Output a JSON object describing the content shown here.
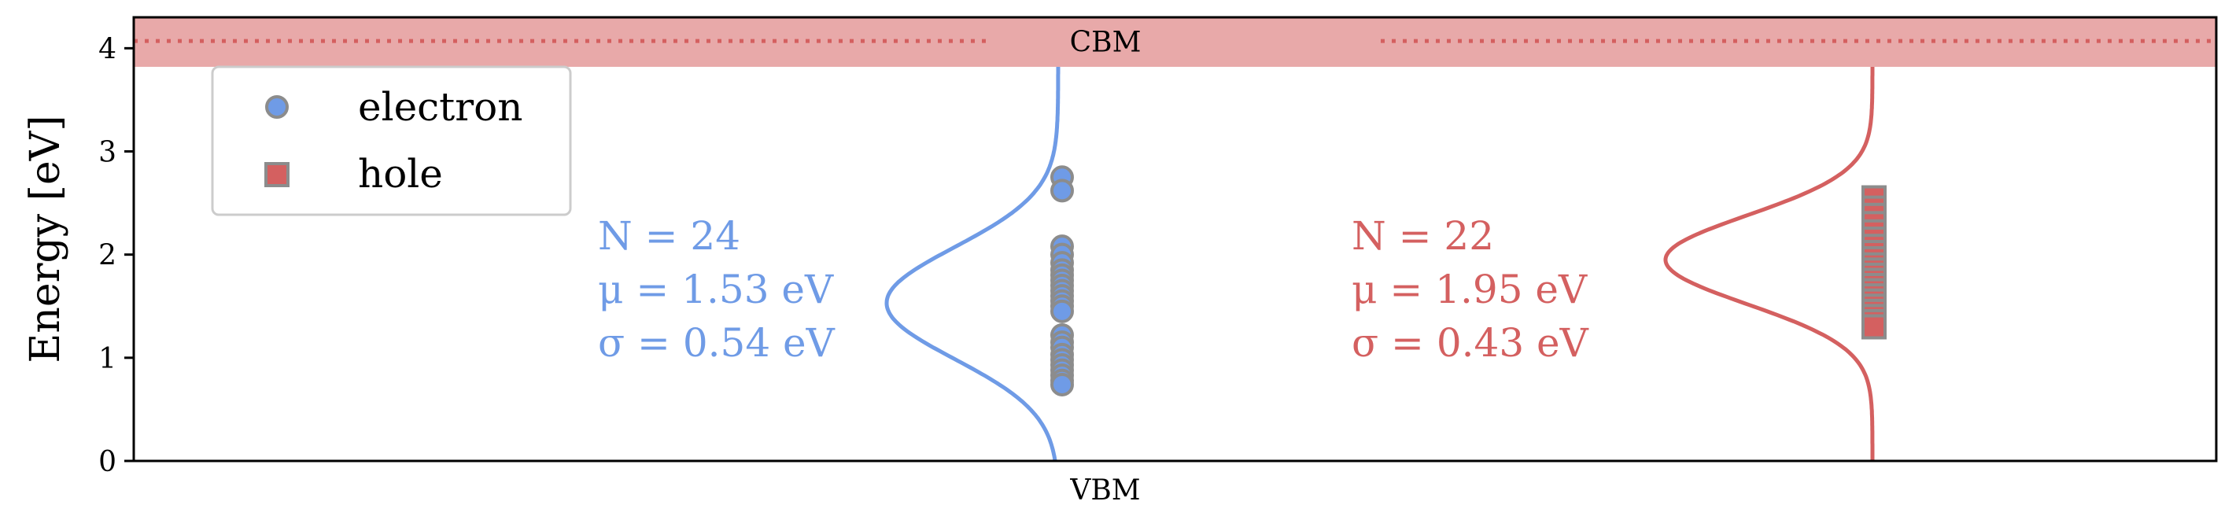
{
  "chart_data": {
    "type": "scatter",
    "title": "",
    "xlabel": "",
    "ylabel": "Energy [eV]",
    "ylim": [
      0,
      4.3
    ],
    "yticks": [
      "0",
      "1",
      "2",
      "3",
      "4"
    ],
    "grid": false,
    "top_band_label": "CBM",
    "bottom_label": "VBM",
    "cbm_band": {
      "from": 3.82,
      "to": 4.3,
      "dotted_line": 4.07,
      "color": "#e8a9a9"
    },
    "legend": {
      "placement": "top-left",
      "entries": [
        {
          "label": "electron",
          "marker": "circle",
          "color": "#6f9be6"
        },
        {
          "label": "hole",
          "marker": "square",
          "color": "#d46060"
        }
      ]
    },
    "series": [
      {
        "name": "electron",
        "marker": "circle",
        "color": "#6f9be6",
        "edge_color": "#8c8c8c",
        "values": [
          2.75,
          2.62,
          2.08,
          2.0,
          1.92,
          1.85,
          1.8,
          1.75,
          1.7,
          1.65,
          1.6,
          1.55,
          1.5,
          1.45,
          1.22,
          1.15,
          1.1,
          1.03,
          0.98,
          0.93,
          0.88,
          0.83,
          0.78,
          0.74
        ],
        "fit": {
          "mu": 1.53,
          "sigma": 0.54
        },
        "stats_text": [
          "N = 24",
          "μ = 1.53 eV",
          "σ = 0.54 eV"
        ]
      },
      {
        "name": "hole",
        "marker": "square",
        "color": "#d46060",
        "edge_color": "#8c8c8c",
        "values": [
          2.55,
          2.45,
          2.38,
          2.3,
          2.22,
          2.15,
          2.08,
          2.02,
          1.96,
          1.9,
          1.85,
          1.8,
          1.75,
          1.7,
          1.65,
          1.6,
          1.55,
          1.5,
          1.45,
          1.4,
          1.35,
          1.3
        ],
        "fit": {
          "mu": 1.95,
          "sigma": 0.43
        },
        "stats_text": [
          "N = 22",
          "μ = 1.95 eV",
          "σ = 0.43 eV"
        ]
      }
    ]
  }
}
